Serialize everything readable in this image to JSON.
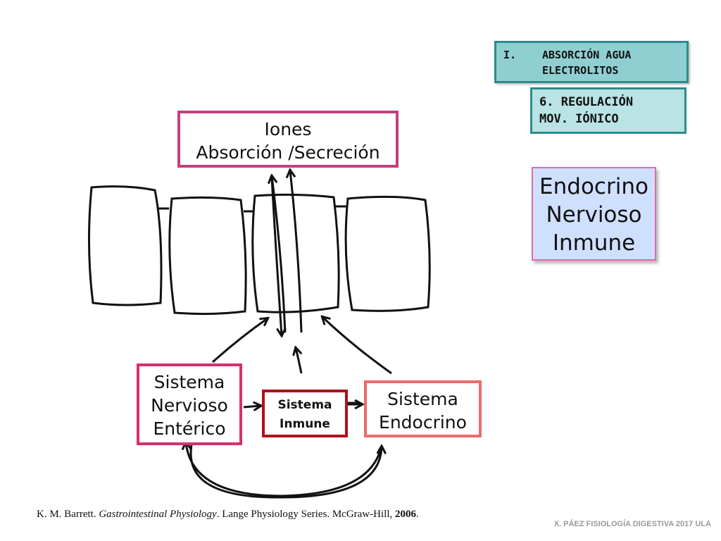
{
  "tags": {
    "section_num": "I.",
    "section_line1": "ABSORCIÓN AGUA",
    "section_line2": "ELECTROLITOS",
    "sub_line1": "6. REGULACIÓN",
    "sub_line2": "MOV. IÓNICO"
  },
  "iones": {
    "line1": "Iones",
    "line2": "Absorción /Secreción"
  },
  "systems_box": {
    "line1": "Endocrino",
    "line2": "Nervioso",
    "line3": "Inmune"
  },
  "nodes": {
    "enteric": {
      "line1": "Sistema",
      "line2": "Nervioso",
      "line3": "Entérico"
    },
    "immune": {
      "line1": "Sistema",
      "line2": "Inmune"
    },
    "endocrine": {
      "line1": "Sistema",
      "line2": "Endocrino"
    }
  },
  "reference": {
    "authors": "K. M. Barrett. ",
    "title": "Gastrointestinal Physiology",
    "rest": ". Lange Physiology Series. McGraw-Hill, ",
    "year": "2006",
    "end": "."
  },
  "footer": "X. PÁEZ   FISIOLOGÍA DIGESTIVA 2017 ULA",
  "colors": {
    "section_fill": "#8fcfd1",
    "sub_fill": "#b9e3e4",
    "teal_border": "#2d8b8d",
    "iones_border": "#c2407e",
    "systems_fill": "#cfe0ff",
    "enteric_border": "#d62f6e",
    "immune_border": "#b0101c",
    "endocrine_border": "#ef6a6a"
  }
}
